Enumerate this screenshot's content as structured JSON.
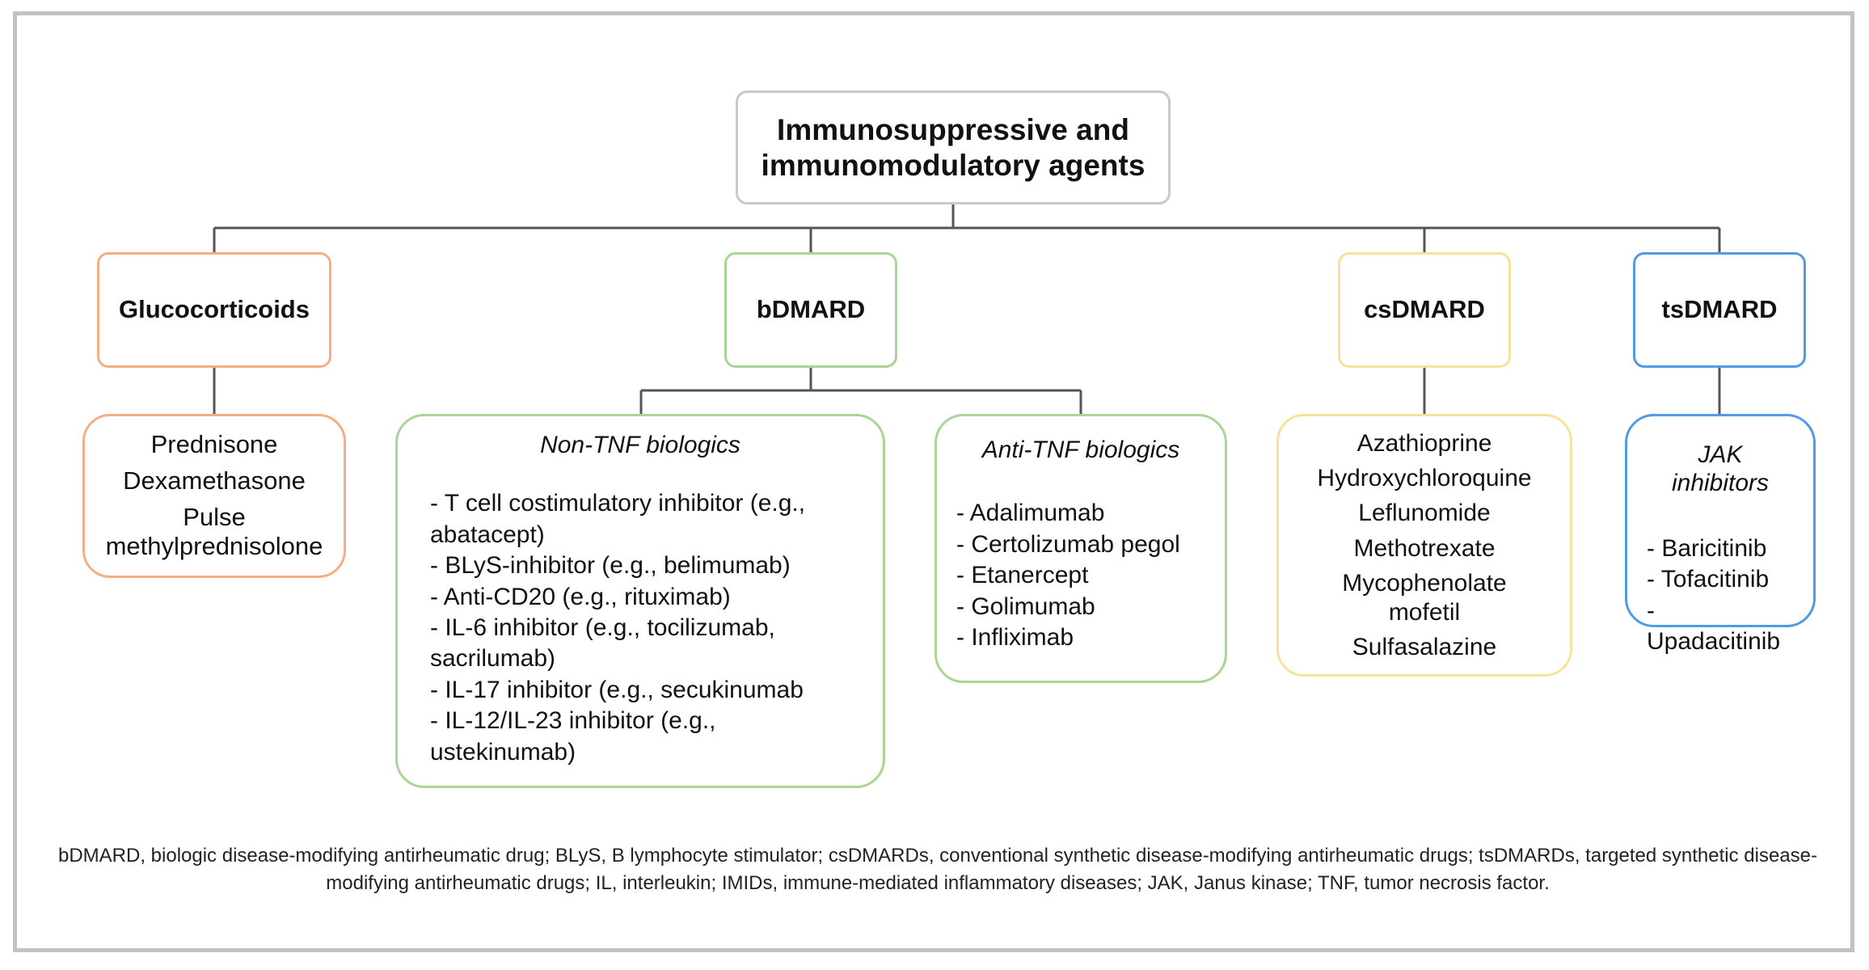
{
  "root": {
    "title": "Immunosuppressive and immunomodulatory agents"
  },
  "categories": {
    "glucocorticoids": {
      "label": "Glucocorticoids",
      "items": [
        "Prednisone",
        "Dexamethasone",
        "Pulse methylprednisolone"
      ]
    },
    "bdmard": {
      "label": "bDMARD",
      "non_tnf": {
        "heading": "Non-TNF biologics",
        "items": [
          "- T cell costimulatory inhibitor (e.g., abatacept)",
          "- BLyS-inhibitor (e.g., belimumab)",
          "- Anti-CD20 (e.g., rituximab)",
          "- IL-6 inhibitor (e.g., tocilizumab, sacrilumab)",
          "- IL-17 inhibitor (e.g., secukinumab",
          "- IL-12/IL-23 inhibitor (e.g., ustekinumab)"
        ]
      },
      "anti_tnf": {
        "heading": "Anti-TNF biologics",
        "items": [
          "- Adalimumab",
          "- Certolizumab pegol",
          "- Etanercept",
          "- Golimumab",
          "- Infliximab"
        ]
      }
    },
    "csdmard": {
      "label": "csDMARD",
      "items": [
        "Azathioprine",
        "Hydroxychloroquine",
        "Leflunomide",
        "Methotrexate",
        "Mycophenolate mofetil",
        "Sulfasalazine"
      ]
    },
    "tsdmard": {
      "label": "tsDMARD",
      "heading": "JAK inhibitors",
      "items": [
        "- Baricitinib",
        "- Tofacitinib",
        "- Upadacitinib"
      ]
    }
  },
  "footnote": "bDMARD, biologic disease-modifying antirheumatic drug; BLyS, B lymphocyte stimulator; csDMARDs, conventional synthetic disease-modifying antirheumatic drugs; tsDMARDs, targeted synthetic disease-modifying antirheumatic drugs; IL, interleukin; IMIDs, immune-mediated inflammatory diseases; JAK, Janus kinase; TNF, tumor necrosis factor.",
  "colors": {
    "glucocorticoids": "#f3ae86",
    "bdmard": "#a8d696",
    "csdmard": "#f8e29a",
    "tsdmard": "#4f9be6",
    "root_border": "#c9c9c9",
    "frame": "#c2c2c2"
  }
}
